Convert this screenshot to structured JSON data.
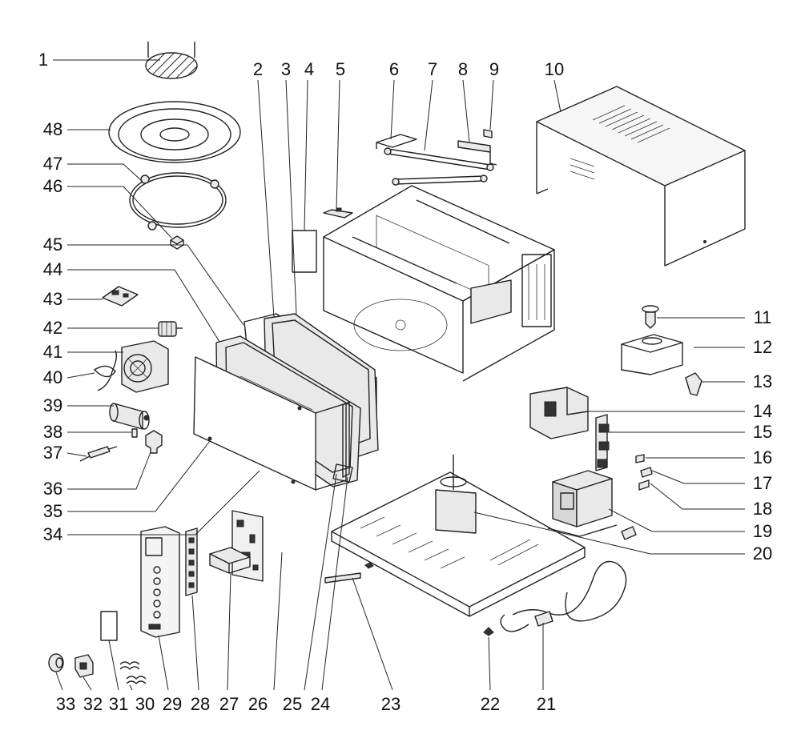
{
  "diagram": {
    "part_numbers": {
      "n1": "1",
      "n2": "2",
      "n3": "3",
      "n4": "4",
      "n5": "5",
      "n6": "6",
      "n7": "7",
      "n8": "8",
      "n9": "9",
      "n10": "10",
      "n11": "11",
      "n12": "12",
      "n13": "13",
      "n14": "14",
      "n15": "15",
      "n16": "16",
      "n17": "17",
      "n18": "18",
      "n19": "19",
      "n20": "20",
      "n21": "21",
      "n22": "22",
      "n23": "23",
      "n24": "24",
      "n25": "25",
      "n26": "26",
      "n27": "27",
      "n28": "28",
      "n29": "29",
      "n30": "30",
      "n31": "31",
      "n32": "32",
      "n33": "33",
      "n34": "34",
      "n35": "35",
      "n36": "36",
      "n37": "37",
      "n38": "38",
      "n39": "39",
      "n40": "40",
      "n41": "41",
      "n42": "42",
      "n43": "43",
      "n44": "44",
      "n45": "45",
      "n46": "46",
      "n47": "47",
      "n48": "48"
    }
  }
}
